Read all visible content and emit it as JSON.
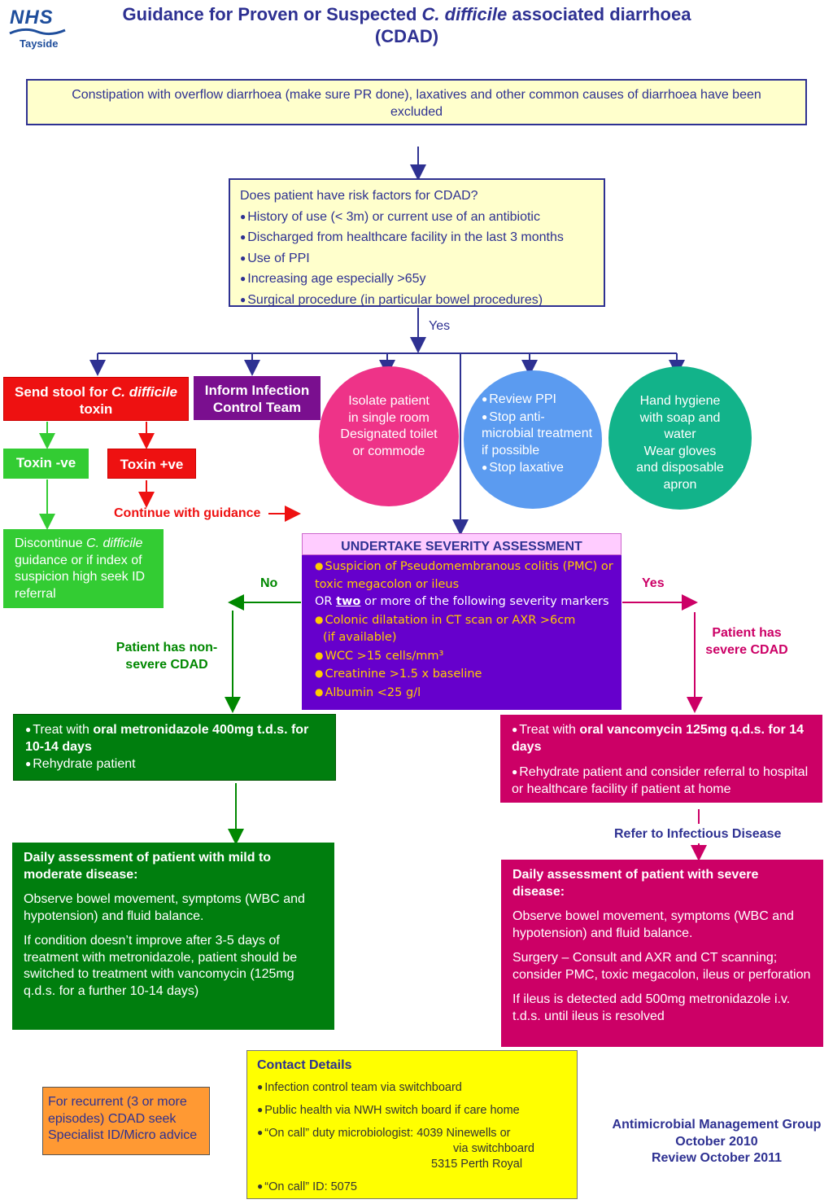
{
  "logo": {
    "nhs": "NHS",
    "region": "Tayside"
  },
  "title": {
    "prefix": "Guidance for Proven or Suspected ",
    "organism": "C. difficile",
    "suffix": " associated diarrhoea",
    "line2": "(CDAD)"
  },
  "exclusion": "Constipation with overflow diarrhoea (make sure PR done), laxatives and other common causes of diarrhoea have been excluded",
  "risk": {
    "question": "Does patient have risk factors for CDAD?",
    "items": [
      "History of use (< 3m) or current use of an antibiotic",
      "Discharged from healthcare facility in the last 3 months",
      "Use of PPI",
      "Increasing age especially >65y",
      "Surgical procedure (in particular bowel procedures)"
    ]
  },
  "yes_label": "Yes",
  "send_stool": {
    "prefix": "Send stool for ",
    "organism": "C. difficile",
    "suffix": "toxin"
  },
  "inform": "Inform Infection Control Team",
  "isolate": [
    "Isolate patient",
    "in single room",
    "Designated toilet",
    "or commode"
  ],
  "review": [
    "Review  PPI",
    "Stop anti-microbial treatment if possible",
    "Stop laxative"
  ],
  "hygiene": [
    "Hand hygiene",
    "with soap and",
    "water",
    "Wear gloves",
    "and disposable",
    "apron"
  ],
  "toxin_neg": "Toxin -ve",
  "toxin_pos": "Toxin +ve",
  "continue": "Continue with guidance",
  "discontinue": {
    "prefix": "Discontinue ",
    "organism": "C. difficile",
    "rest": "guidance or if index of suspicion high seek ID referral"
  },
  "severity": {
    "heading": "UNDERTAKE SEVERITY ASSESSMENT",
    "item1": "Suspicion of Pseudomembranous colitis (PMC) or toxic megacolon or ileus",
    "or_prefix": "OR ",
    "or_two": "two",
    "or_suffix": " or more of the following severity markers",
    "markers": [
      "Colonic dilatation in CT scan or AXR >6cm",
      "(if available)",
      "WCC >15 cells/mm³",
      "Creatinine >1.5 x baseline",
      "Albumin <25 g/l"
    ]
  },
  "branch": {
    "no": "No",
    "yes": "Yes",
    "non_severe": "Patient has non-severe CDAD",
    "severe": "Patient has severe CDAD"
  },
  "treat_mild": {
    "prefix": "Treat with ",
    "drug": "oral metronidazole 400mg t.d.s. for 10-14 days",
    "rehydrate": "Rehydrate patient"
  },
  "treat_severe": {
    "prefix": "Treat with ",
    "drug": "oral vancomycin 125mg q.d.s. for 14 days",
    "rehydrate": "Rehydrate patient and consider referral to hospital or healthcare facility if patient at home"
  },
  "refer": "Refer to Infectious Disease",
  "daily_mild": {
    "heading": "Daily assessment of patient with mild to moderate disease:",
    "p1": "Observe bowel movement, symptoms (WBC and hypotension) and fluid balance.",
    "p2": "If condition doesn’t improve after 3-5 days of treatment with metronidazole, patient should be switched to treatment with vancomycin (125mg q.d.s. for a further 10-14 days)"
  },
  "daily_severe": {
    "heading": "Daily assessment of patient with severe disease:",
    "p1": "Observe bowel movement, symptoms (WBC and hypotension) and fluid balance.",
    "p2": "Surgery – Consult and AXR and CT scanning; consider PMC, toxic megacolon, ileus or perforation",
    "p3": "If ileus is detected add 500mg metronidazole i.v. t.d.s. until ileus is resolved"
  },
  "contact": {
    "heading": "Contact Details",
    "l1": "Infection control team via switchboard",
    "l2": "Public health via NWH switch board if care home",
    "l3a": "“On call” duty microbiologist:  4039 Ninewells or",
    "l3b": "via switchboard",
    "l3c": "5315 Perth Royal",
    "l4": "“On call” ID:  5075"
  },
  "recurrent": "For recurrent (3 or more episodes) CDAD seek Specialist ID/Micro advice",
  "footer": [
    "Antimicrobial Management Group",
    "October  2010",
    "Review October 2011"
  ],
  "colors": {
    "navy": "#2e3192",
    "red": "#ee1111",
    "green": "#007e0e",
    "magenta": "#cc0066",
    "purple": "#6600cc"
  }
}
